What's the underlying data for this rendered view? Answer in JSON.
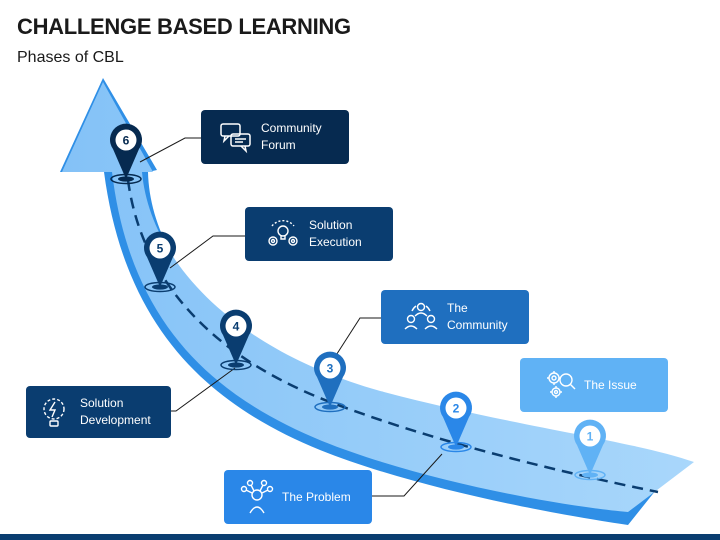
{
  "title": "CHALLENGE BASED LEARNING",
  "subtitle": "Phases of CBL",
  "colors": {
    "navy": "#062a50",
    "dark_blue": "#0a3d70",
    "mid_blue": "#1f6fbf",
    "bright_blue": "#2a87e8",
    "light_blue": "#60b2f5",
    "arrow_light": "#9fd0f8",
    "bottom_bar": "#0a3d70"
  },
  "phases": [
    {
      "number": "1",
      "label_line1": "The Issue",
      "label_line2": "",
      "icon": "gears-magnifier-icon"
    },
    {
      "number": "2",
      "label_line1": "The Problem",
      "label_line2": "",
      "icon": "brain-person-icon"
    },
    {
      "number": "3",
      "label_line1": "The",
      "label_line2": "Community",
      "icon": "community-group-icon"
    },
    {
      "number": "4",
      "label_line1": "Solution",
      "label_line2": "Development",
      "icon": "bulb-development-icon"
    },
    {
      "number": "5",
      "label_line1": "Solution",
      "label_line2": "Execution",
      "icon": "bulb-gears-icon"
    },
    {
      "number": "6",
      "label_line1": "Community",
      "label_line2": "Forum",
      "icon": "chat-bubbles-icon"
    }
  ]
}
